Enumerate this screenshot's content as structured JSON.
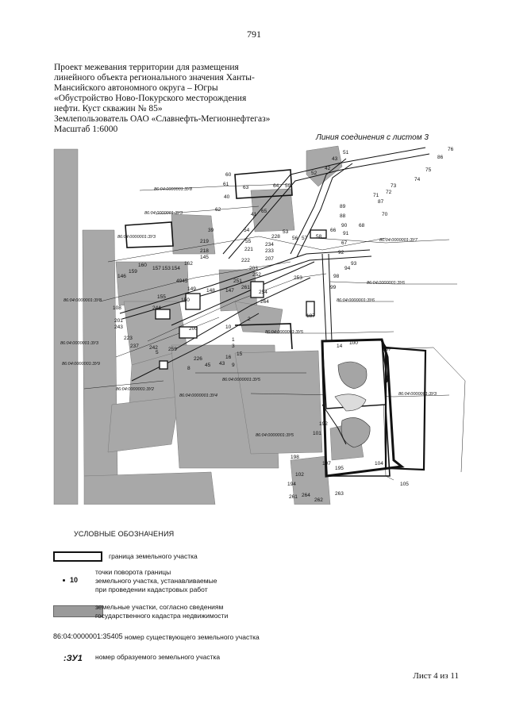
{
  "page_number": "791",
  "title_lines": [
    "Проект межевания территории для размещения",
    "линейного объекта регионального значения Ханты-",
    "Мансийского автономного округа – Югры",
    "«Обустройство Ново-Покурского месторождения",
    "нефти. Куст скважин № 85»",
    "Землепользователь  ОАО «Славнефть-Мегионнефтегаз»",
    "Масштаб 1:6000"
  ],
  "map": {
    "caption": "Линия соединения с листом 3",
    "cadastral_labels": [
      "86:04:0000001:ЗУ8",
      "86:04:0000001:ЗУ3",
      "86:04:0000001:ЗУ3",
      "86:04:0000001:ЗУ7",
      "86:04:0000001:ЗУ6",
      "86:04:0000001:ЗУ6",
      "86:04:0000001:ЗУ5",
      "86:04:0000001:ЗУ3",
      "86:04:0000001:ЗУ3",
      "86:04:0000001:ЗУ9",
      "86:04:0000001:ЗУ5",
      "86:04:0000001:ЗУ5",
      "86:04:0000001:ЗУ4",
      "86:04:0000001:ЗУ2",
      "86:04:0000001:ЗУ8"
    ],
    "point_labels": [
      "76",
      "86",
      "75",
      "74",
      "73",
      "72",
      "71",
      "87",
      "70",
      "51",
      "43",
      "42",
      "52",
      "60",
      "61",
      "63",
      "64",
      "59",
      "40",
      "62",
      "41",
      "65",
      "89",
      "88",
      "90",
      "91",
      "68",
      "39",
      "54",
      "55",
      "53",
      "219",
      "218",
      "145",
      "162",
      "160",
      "159",
      "157",
      "153",
      "154",
      "221",
      "222",
      "207",
      "233",
      "234",
      "228",
      "56",
      "57",
      "58",
      "66",
      "67",
      "92",
      "93",
      "94",
      "98",
      "99",
      "4945",
      "146",
      "155",
      "149",
      "150",
      "148",
      "147",
      "203",
      "252",
      "251",
      "261",
      "264",
      "254",
      "253",
      "187",
      "108",
      "201",
      "243",
      "223",
      "237",
      "242",
      "244",
      "200",
      "10",
      "2",
      "1",
      "3",
      "5",
      "259",
      "226",
      "8",
      "45",
      "43",
      "9",
      "16",
      "15",
      "14",
      "100",
      "107",
      "101",
      "192",
      "198",
      "197",
      "195",
      "104",
      "105",
      "102",
      "194",
      "261",
      "264",
      "262",
      "263",
      "103"
    ]
  },
  "legend": {
    "title": "УСЛОВНЫЕ ОБОЗНАЧЕНИЯ",
    "boundary_label": "граница земельного участка",
    "point_sample": "10",
    "point_lines": [
      "точки поворота границы",
      "земельного участка, устанавливаемые",
      "при проведении кадастровых работ"
    ],
    "parcel_lines": [
      "земельные участки, согласно сведениям",
      "государственного кадастра недвижимости"
    ],
    "existing_number_sample": "86:04:0000001:35405",
    "existing_number_label": "номер существующего земельного участка",
    "new_number_sample": ":ЗУ1",
    "new_number_label": "номер образуемого земельного участка"
  },
  "sheet_label": "Лист 4 из 11"
}
